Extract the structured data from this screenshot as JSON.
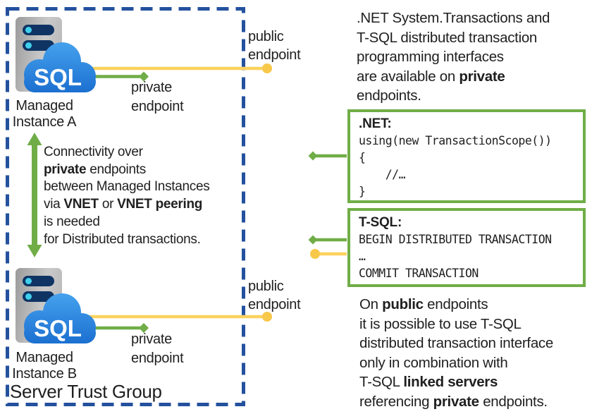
{
  "colors": {
    "border-blue": "#24519e",
    "green": "#70ad47",
    "yellow": "#fcd25e",
    "yellow-dot": "#f8c84a",
    "cloud-top": "#47a3ee",
    "cloud-bottom": "#1b6fd0",
    "server-dark": "#9a9a9a",
    "server-light": "#c9c9c9",
    "server-mid": "#b5b5b5",
    "bar-navy": "#0f3464",
    "dot-cyan": "#3fd0ec",
    "ink": "#1f1f1f"
  },
  "icons": {
    "sql_label": "SQL"
  },
  "trust_group": {
    "title": "Server Trust Group",
    "instance_a_label": "Managed\nInstance A",
    "instance_b_label": "Managed\nInstance B"
  },
  "labels": {
    "public_endpoint_a": "public\nendpoint",
    "private_endpoint_a": "private\nendpoint",
    "public_endpoint_b": "public\nendpoint",
    "private_endpoint_b": "private\nendpoint"
  },
  "notes": {
    "top_right": [
      [
        {
          "t": ".NET System.Transactions and"
        }
      ],
      [
        {
          "t": "T-SQL distributed transaction"
        }
      ],
      [
        {
          "t": "programming interfaces"
        }
      ],
      [
        {
          "t": "are available on "
        },
        {
          "t": "private",
          "b": true
        }
      ],
      [
        {
          "t": "endpoints."
        }
      ]
    ],
    "connectivity": [
      [
        {
          "t": "Connectivity over"
        }
      ],
      [
        {
          "t": "private",
          "b": true
        },
        {
          "t": " endpoints"
        }
      ],
      [
        {
          "t": "between Managed Instances"
        }
      ],
      [
        {
          "t": "via "
        },
        {
          "t": "VNET",
          "b": true
        },
        {
          "t": " or "
        },
        {
          "t": "VNET peering",
          "b": true
        }
      ],
      [
        {
          "t": "is needed"
        }
      ],
      [
        {
          "t": "for Distributed transactions."
        }
      ]
    ],
    "bottom_right": [
      [
        {
          "t": "On "
        },
        {
          "t": "public",
          "b": true
        },
        {
          "t": " endpoints"
        }
      ],
      [
        {
          "t": "it is possible to use T-SQL"
        }
      ],
      [
        {
          "t": "distributed transaction interface"
        }
      ],
      [
        {
          "t": "only in combination with"
        }
      ],
      [
        {
          "t": "T-SQL "
        },
        {
          "t": "linked servers",
          "b": true
        }
      ],
      [
        {
          "t": "referencing "
        },
        {
          "t": "private",
          "b": true
        },
        {
          "t": " endpoints."
        }
      ]
    ]
  },
  "code_boxes": {
    "dotnet": {
      "title": ".NET:",
      "code": "using(new TransactionScope())\n{\n    //…\n}"
    },
    "tsql": {
      "title": "T-SQL:",
      "code": "BEGIN DISTRIBUTED TRANSACTION\n…\nCOMMIT TRANSACTION"
    }
  }
}
